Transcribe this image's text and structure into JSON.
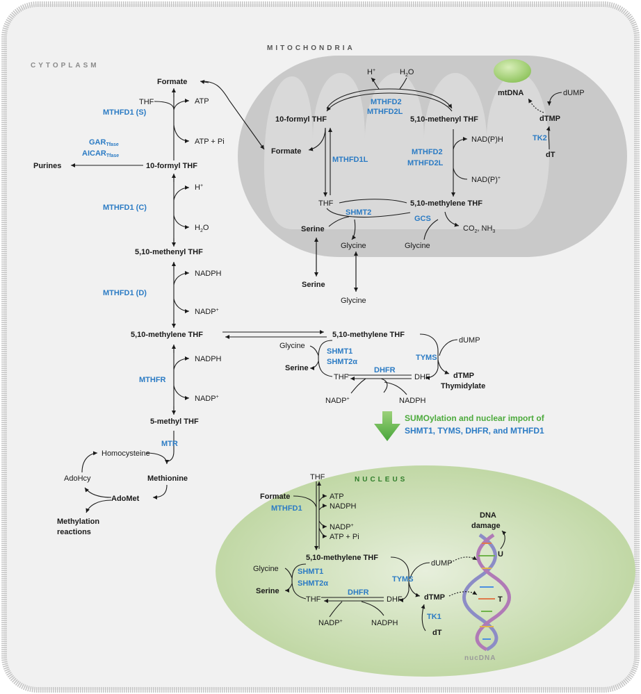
{
  "colors": {
    "enzyme": "#2b7bc4",
    "cell_fill": "#f1f1f1",
    "cell_border": "#bdbdbd",
    "mito_fill": "#cfcfcf",
    "nucleus_fill": "#c9dcb0",
    "sumo_green": "#4caa3c",
    "text": "#1a1a1a"
  },
  "compartments": {
    "cytoplasm": "CYTOPLASM",
    "mitochondria": "MITOCHONDRIA",
    "nucleus": "NUCLEUS"
  },
  "cytoplasm": {
    "formate": "Formate",
    "thf": "THF",
    "mthfd1_s": "MTHFD1 (S)",
    "atp": "ATP",
    "atp_pi": "ATP + Pi",
    "gar": "GAR",
    "gar_sub": "Tfase",
    "aicar": "AICAR",
    "aicar_sub": "Tfase",
    "purines": "Purines",
    "formyl_thf": "10-formyl THF",
    "mthfd1_c": "MTHFD1 (C)",
    "h_plus": "H",
    "h_plus_sup": "+",
    "h2o_h": "H",
    "h2o_2": "2",
    "h2o_o": "O",
    "methenyl_thf": "5,10-methenyl THF",
    "mthfd1_d": "MTHFD1 (D)",
    "nadph": "NADPH",
    "nadp": "NADP",
    "nadp_sup": "+",
    "methylene_thf": "5,10-methylene THF",
    "mthfr": "MTHFR",
    "nadph2": "NADPH",
    "nadp2": "NADP",
    "nadp2_sup": "+",
    "methyl_thf": "5-methyl THF",
    "mtr": "MTR",
    "homocysteine": "Homocysteine",
    "adohcy": "AdoHcy",
    "methionine": "Methionine",
    "adomet": "AdoMet",
    "methylation_1": "Methylation",
    "methylation_2": "reactions",
    "thymidylate_methylene": "5,10-methylene THF",
    "dump": "dUMP",
    "glycine": "Glycine",
    "serine": "Serine",
    "shmt1": "SHMT1",
    "shmt2a": "SHMT2α",
    "tyms": "TYMS",
    "dhfr": "DHFR",
    "thf2": "THF",
    "dhf": "DHF",
    "dtmp": "dTMP",
    "thymidylate": "Thymidylate",
    "nadp3": "NADP",
    "nadp3_sup": "+",
    "nadph3": "NADPH",
    "serine_out": "Serine",
    "glycine_out": "Glycine"
  },
  "mitochondria": {
    "h_plus": "H",
    "h_plus_sup": "+",
    "h2o_h": "H",
    "h2o_2": "2",
    "h2o_o": "O",
    "mthfd2": "MTHFD2",
    "mthfd2l": "MTHFD2L",
    "formyl_thf": "10-formyl THF",
    "methenyl_thf": "5,10-methenyl THF",
    "formate": "Formate",
    "mthfd1l": "MTHFD1L",
    "mthfd2_b": "MTHFD2",
    "mthfd2l_b": "MTHFD2L",
    "nadph": "NAD(P)H",
    "nadp": "NAD(P)",
    "nadp_sup": "+",
    "thf": "THF",
    "shmt2": "SHMT2",
    "methylene_thf": "5,10-methylene THF",
    "gcs": "GCS",
    "co2_nh3": "CO",
    "co2_2": "2",
    "nh3": ", NH",
    "nh3_3": "3",
    "serine": "Serine",
    "glycine": "Glycine",
    "glycine2": "Glycine",
    "mtdna": "mtDNA",
    "dump": "dUMP",
    "dtmp": "dTMP",
    "tk2": "TK2",
    "dt": "dT"
  },
  "sumo": {
    "line1_green": "SUMOylation and nuclear import of",
    "line2_blue": "SHMT1, TYMS, DHFR, and MTHFD1"
  },
  "nucleus": {
    "thf": "THF",
    "formate": "Formate",
    "mthfd1": "MTHFD1",
    "atp": "ATP",
    "nadph": "NADPH",
    "nadp": "NADP",
    "nadp_sup": "+",
    "atp_pi": "ATP + Pi",
    "methylene_thf": "5,10-methylene THF",
    "glycine": "Glycine",
    "serine": "Serine",
    "shmt1": "SHMT1",
    "shmt2a": "SHMT2α",
    "tyms": "TYMS",
    "dhfr": "DHFR",
    "thf2": "THF",
    "dhf": "DHF",
    "dump": "dUMP",
    "dtmp": "dTMP",
    "tk1": "TK1",
    "dt": "dT",
    "nadp2": "NADP",
    "nadp2_sup": "+",
    "nadph2": "NADPH",
    "dna_damage_1": "DNA",
    "dna_damage_2": "damage",
    "u": "U",
    "t": "T",
    "nucdna": "nucDNA"
  }
}
